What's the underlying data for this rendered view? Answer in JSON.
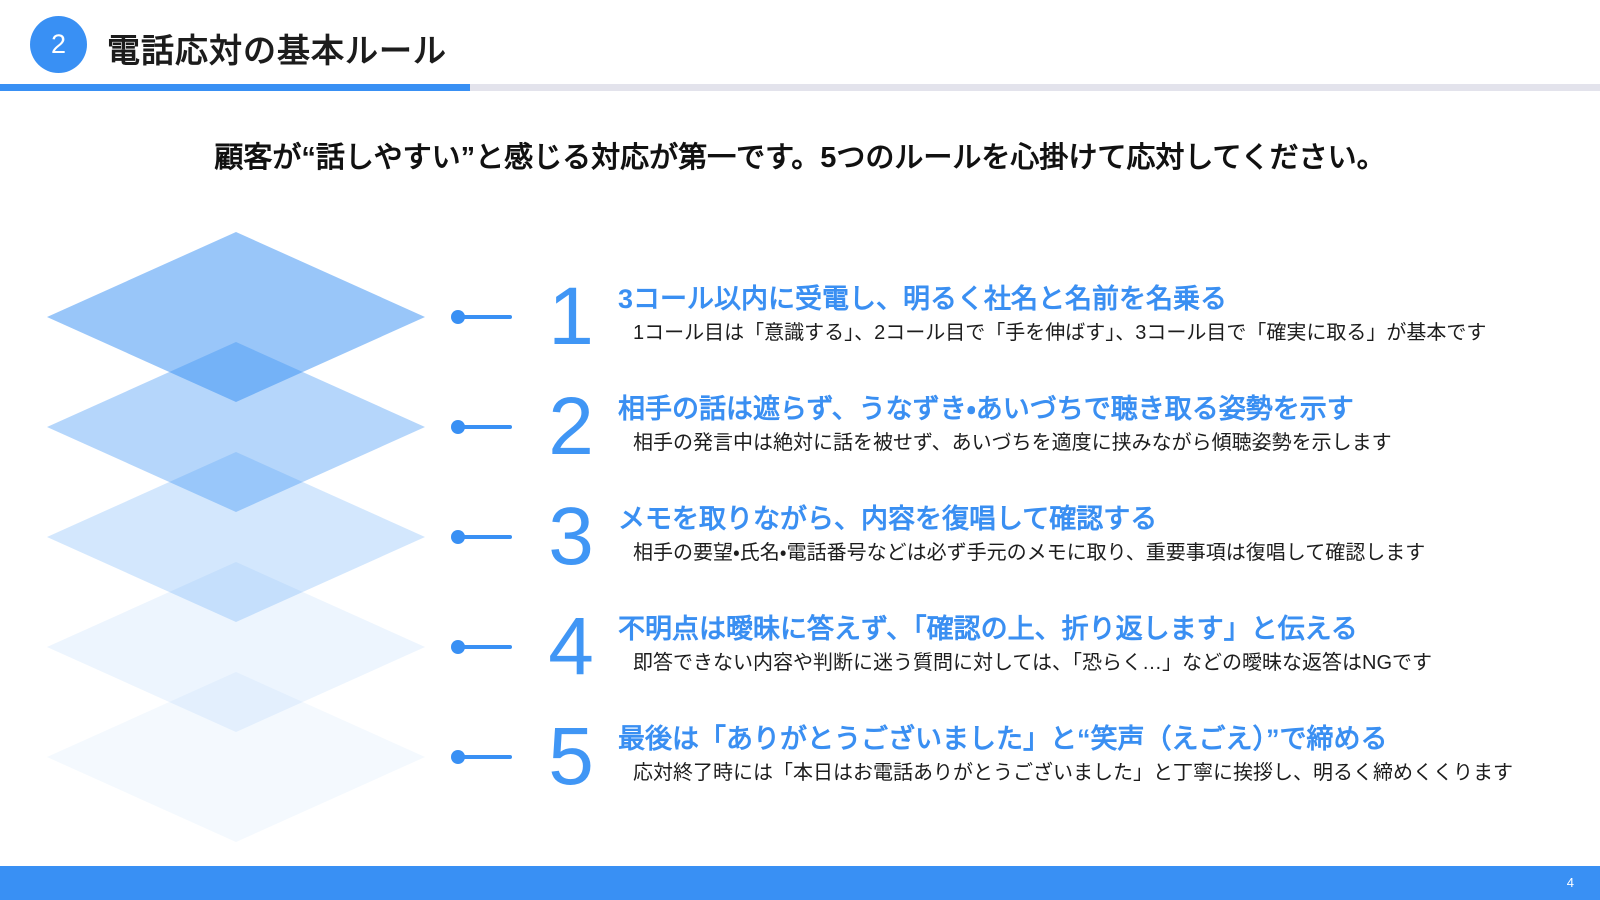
{
  "header": {
    "badge": "2",
    "title": "電話応対の基本ルール"
  },
  "subtitle": "顧客が“話しやすい”と感じる対応が第一です。5つのルールを心掛けて応対してください。",
  "rules": [
    {
      "number": "1",
      "heading": "3コール以内に受電し、明るく社名と名前を名乗る",
      "description": "1コール目は「意識する」、2コール目で「手を伸ばす」、3コール目で「確実に取る」が基本です"
    },
    {
      "number": "2",
      "heading": "相手の話は遮らず、うなずき・あいづちで聴き取る姿勢を示す",
      "description": "相手の発言中は絶対に話を被せず、あいづちを適度に挟みながら傾聴姿勢を示します"
    },
    {
      "number": "3",
      "heading": "メモを取りながら、内容を復唱して確認する",
      "description": "相手の要望・氏名・電話番号などは必ず手元のメモに取り、重要事項は復唱して確認します"
    },
    {
      "number": "4",
      "heading": "不明点は曖昧に答えず、「確認の上、折り返します」と伝える",
      "description": "即答できない内容や判断に迷う質問に対しては、「恐らく…」などの曖昧な返答はNGです"
    },
    {
      "number": "5",
      "heading": "最後は「ありがとうございました」と“笑声（えごえ）”で締める",
      "description": "応対終了時には「本日はお電話ありがとうございました」と丁寧に挨拶し、明るく締めくくります"
    }
  ],
  "footer": {
    "page_number": "4"
  },
  "colors": {
    "primary_blue": "#3990f4",
    "heading_blue": "#3a8ff2",
    "number_blue": "#4096f5",
    "underline_gray": "#e3e3ec",
    "diamond_base": "#3690f4",
    "text_dark": "#1c1c1c"
  }
}
